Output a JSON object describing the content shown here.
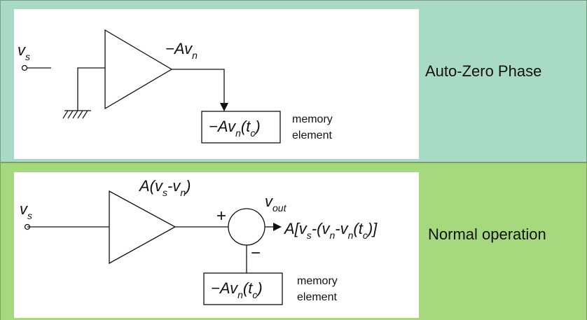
{
  "top_panel": {
    "phase_label": "Auto-Zero Phase",
    "input_label_main": "v",
    "input_label_sub": "s",
    "amp_output_main": "−Av",
    "amp_output_sub": "n",
    "memory_box_prefix": "−Av",
    "memory_box_sub_n": "n",
    "memory_box_paren_open": "(t",
    "memory_box_sub_c": "c",
    "memory_box_paren_close": ")",
    "memory_label_line1": "memory",
    "memory_label_line2": "element"
  },
  "bottom_panel": {
    "phase_label": "Normal operation",
    "input_label_main": "v",
    "input_label_sub": "s",
    "amp_output_a": "A(v",
    "amp_output_sub_s": "s",
    "amp_output_mid": "-v",
    "amp_output_sub_n": "n",
    "amp_output_close": ")",
    "plus_sign": "+",
    "minus_sign": "−",
    "vout_main": "v",
    "vout_sub": "out",
    "result_a": "A[v",
    "result_sub_s": "s",
    "result_mid1": "-(v",
    "result_sub_n1": "n",
    "result_mid2": "-v",
    "result_sub_n2": "n",
    "result_mid3": "(t",
    "result_sub_c": "c",
    "result_close": ")]",
    "memory_box_prefix": "−Av",
    "memory_box_sub_n": "n",
    "memory_box_paren_open": "(t",
    "memory_box_sub_c": "c",
    "memory_box_paren_close": ")",
    "memory_label_line1": "memory",
    "memory_label_line2": "element"
  },
  "colors": {
    "top_background": "#a8dac6",
    "bottom_background": "#a6d97e",
    "line": "#111111"
  }
}
